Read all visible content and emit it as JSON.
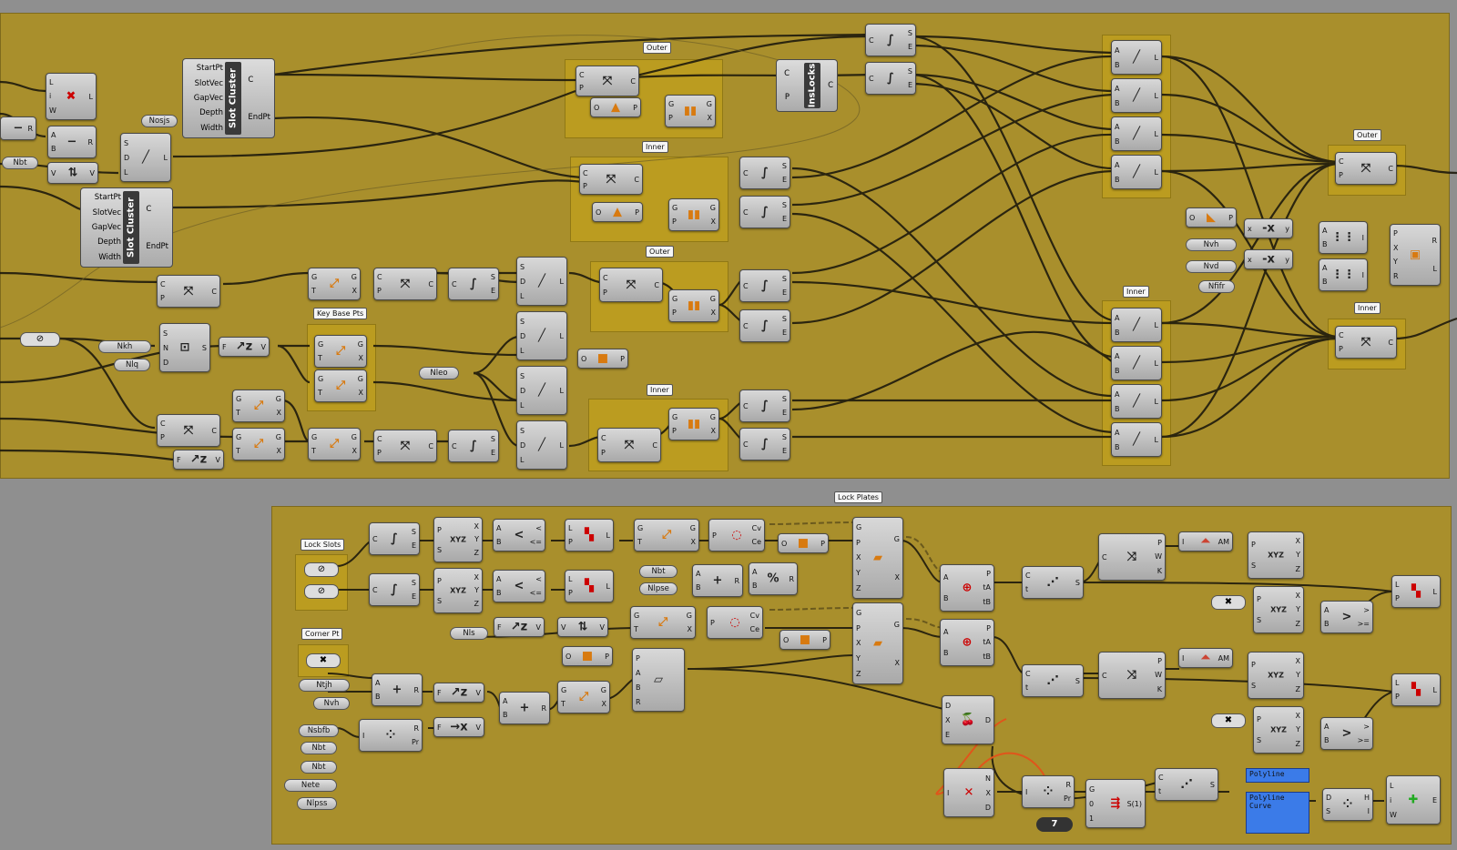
{
  "top_group_labels": {
    "outer1": "Outer",
    "inner1": "Inner",
    "outer2": "Outer",
    "inner2": "Inner",
    "key_base_pts": "Key Base Pts",
    "inner3": "Inner",
    "outer_right": "Outer",
    "inner_right": "Inner"
  },
  "bottom_group_labels": {
    "lock_plates": "Lock Plates",
    "lock_slots": "Lock Slots",
    "corner_pt": "Corner Pt"
  },
  "cluster": {
    "title": "Slot Cluster",
    "inputs": [
      "StartPt",
      "SlotVec",
      "GapVec",
      "Depth",
      "Width"
    ],
    "outputs": [
      "C",
      "EndPt"
    ],
    "inslocks_title": "InsLocks"
  },
  "params_top": [
    "Nosjs",
    "Nbt",
    "Nkh",
    "Nlq",
    "Nleo",
    "Nvh",
    "Nvd",
    "Nfifr"
  ],
  "params_bottom": [
    "Nbt",
    "Nlpse",
    "Nls",
    "Ntjh",
    "Nvh",
    "Nsbfb",
    "Nbt",
    "Nbt",
    "Nete",
    "Nlpss"
  ],
  "panels": {
    "polyline": "Polyline",
    "polyline_curve": "Polyline\nCurve"
  },
  "number_slider": "7",
  "labels": {
    "AM": "AM"
  }
}
